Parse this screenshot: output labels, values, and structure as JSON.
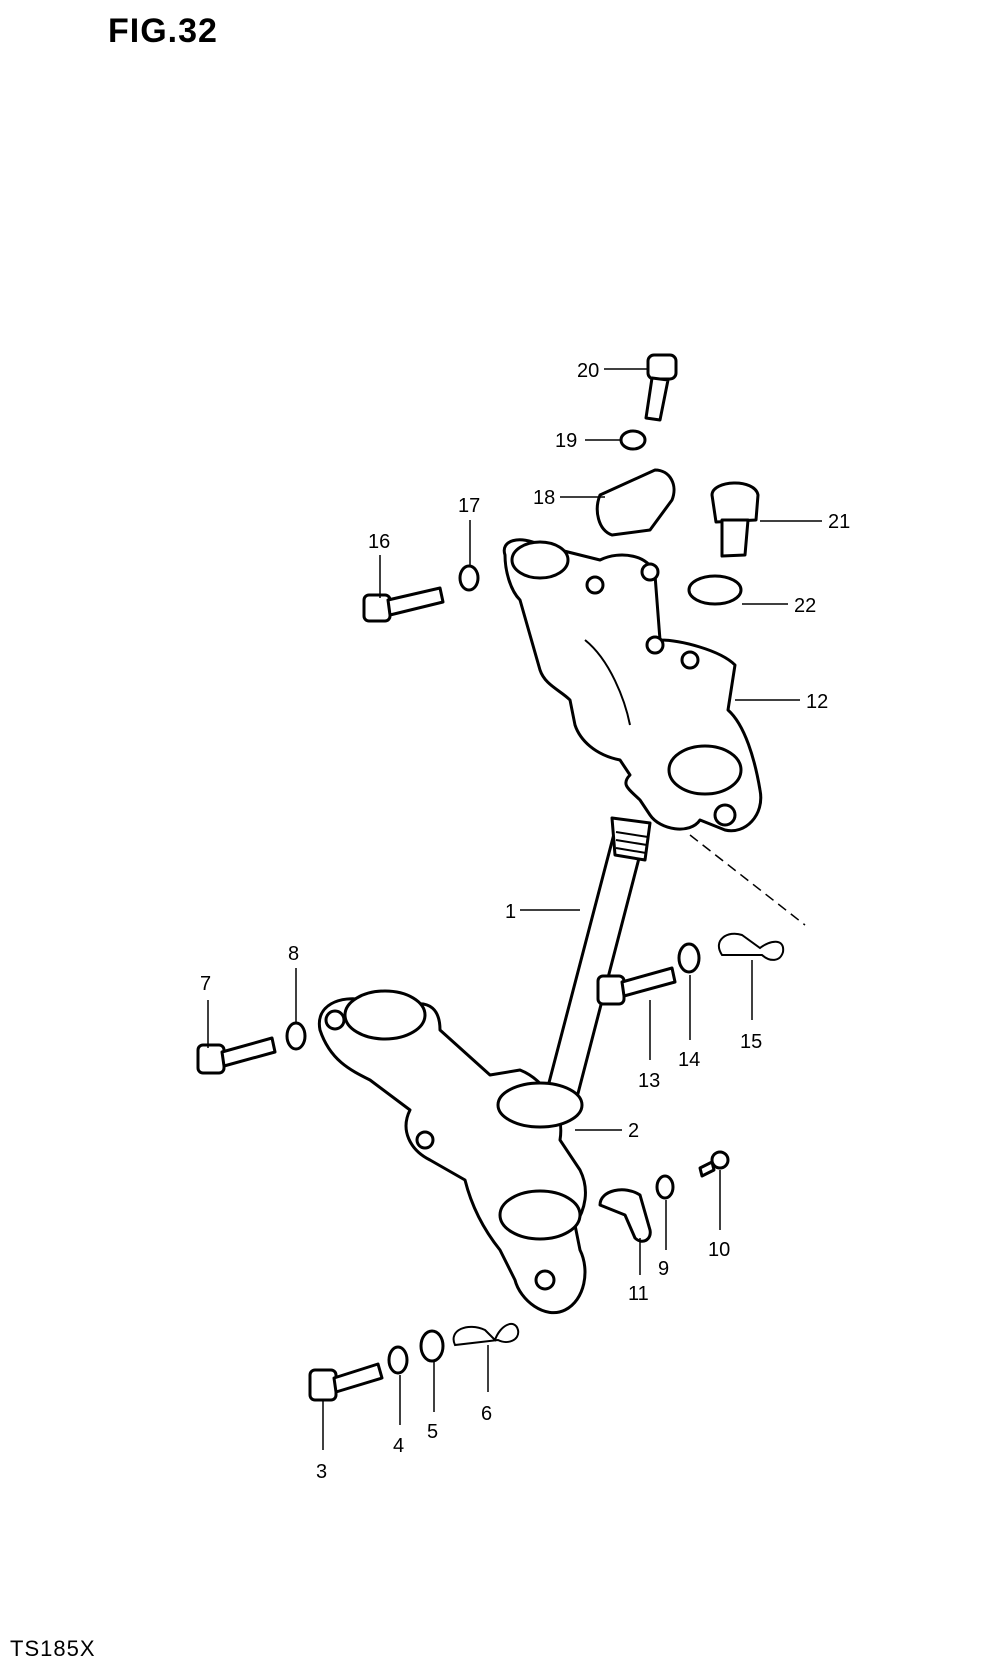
{
  "header": {
    "figure_label": "FIG.32"
  },
  "footer": {
    "model_code": "TS185X"
  },
  "callouts": [
    {
      "id": "p1",
      "label": "1"
    },
    {
      "id": "p2",
      "label": "2"
    },
    {
      "id": "p3",
      "label": "3"
    },
    {
      "id": "p4",
      "label": "4"
    },
    {
      "id": "p5",
      "label": "5"
    },
    {
      "id": "p6",
      "label": "6"
    },
    {
      "id": "p7",
      "label": "7"
    },
    {
      "id": "p8",
      "label": "8"
    },
    {
      "id": "p9",
      "label": "9"
    },
    {
      "id": "p10",
      "label": "10"
    },
    {
      "id": "p11",
      "label": "11"
    },
    {
      "id": "p12",
      "label": "12"
    },
    {
      "id": "p13",
      "label": "13"
    },
    {
      "id": "p14",
      "label": "14"
    },
    {
      "id": "p15",
      "label": "15"
    },
    {
      "id": "p16",
      "label": "16"
    },
    {
      "id": "p17",
      "label": "17"
    },
    {
      "id": "p18",
      "label": "18"
    },
    {
      "id": "p19",
      "label": "19"
    },
    {
      "id": "p20",
      "label": "20"
    },
    {
      "id": "p21",
      "label": "21"
    },
    {
      "id": "p22",
      "label": "22"
    }
  ]
}
